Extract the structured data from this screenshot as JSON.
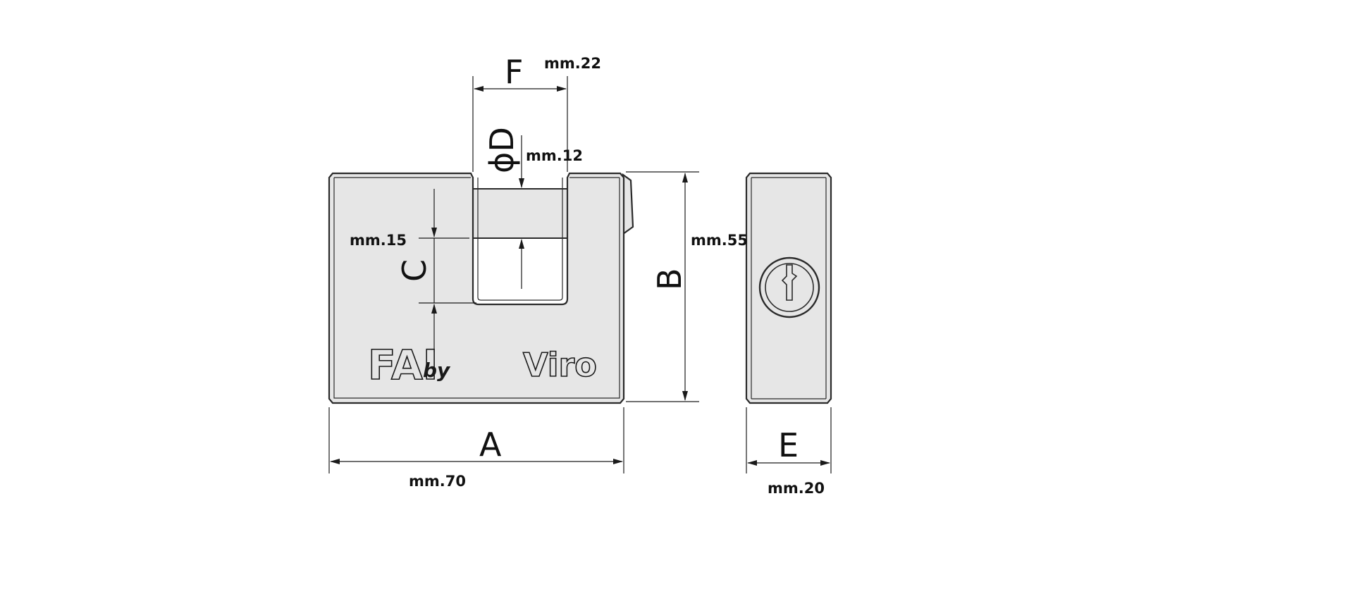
{
  "dimensions": {
    "A": {
      "letter": "A",
      "value": "mm.70"
    },
    "B": {
      "letter": "B",
      "value": "mm.55"
    },
    "C": {
      "letter": "C",
      "value": "mm.15"
    },
    "D": {
      "letter": "ϕD",
      "value": "mm.12"
    },
    "E": {
      "letter": "E",
      "value": "mm.20"
    },
    "F": {
      "letter": "F",
      "value": "mm.22"
    }
  },
  "branding": {
    "logo": "FAI",
    "by": "by",
    "maker": "Viro"
  },
  "colors": {
    "body_fill": "#e6e6e6",
    "line": "#2a2a2a"
  }
}
